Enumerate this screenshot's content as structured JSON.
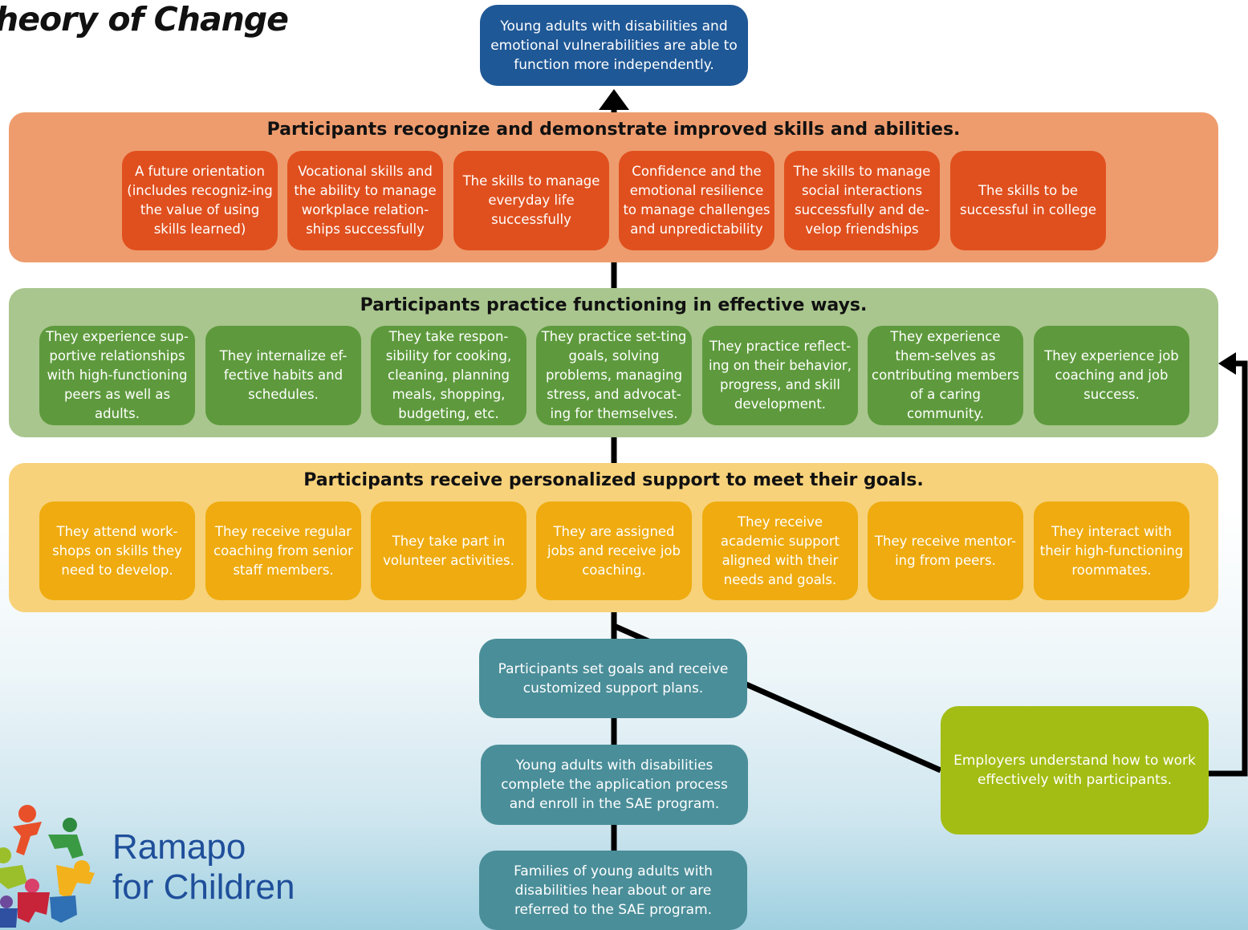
{
  "title": "heory of Change",
  "goal": "Young adults with disabilities and emotional vulnerabilities are able to function more independently.",
  "skills": {
    "heading": "Participants recognize and demonstrate improved skills and abilities.",
    "cards": [
      "A future orientation (includes recogniz-ing the value of using skills learned)",
      "Vocational skills and the ability to manage workplace relation-ships successfully",
      "The skills to manage everyday life successfully",
      "Confidence and the emotional resilience to manage challenges and unpredictability",
      "The skills to manage social interactions successfully and de-velop friendships",
      "The skills to be successful in college"
    ]
  },
  "practice": {
    "heading": "Participants practice functioning in effective ways.",
    "cards": [
      "They experience sup-portive relationships with high-functioning peers as well as adults.",
      "They internalize ef-fective habits and schedules.",
      "They take respon-sibility for cooking, cleaning, planning meals, shopping, budgeting, etc.",
      "They practice set-ting goals, solving problems, managing stress, and advocat-ing for themselves.",
      "They practice reflect-ing on their behavior, progress, and skill development.",
      "They experience them-selves as contributing members of a caring community.",
      "They experience job coaching and job success."
    ]
  },
  "support": {
    "heading": "Participants receive personalized support to meet their goals.",
    "cards": [
      "They attend work-shops on skills they need to develop.",
      "They receive regular coaching from senior staff members.",
      "They take part in volunteer activities.",
      "They are assigned jobs and receive job coaching.",
      "They receive academic support aligned with their needs and goals.",
      "They receive mentor-ing from peers.",
      "They interact with their high-functioning roommates."
    ]
  },
  "steps": {
    "goals": "Participants set goals and receive customized support plans.",
    "enroll": "Young adults with disabilities complete the application process and enroll in the SAE program.",
    "referral": "Families of young adults with disabilities hear about or are referred to the SAE program.",
    "employers": "Employers understand how to work effectively with participants."
  },
  "logo": {
    "line1": "Ramapo",
    "line2": "for Children"
  },
  "colors": {
    "goal": "#1f5896",
    "skills_band": "#ee9c6e",
    "skills_card": "#e0501e",
    "practice_band": "#a9c68e",
    "practice_card": "#5e9a3d",
    "support_band": "#f7d27a",
    "support_card": "#efab0f",
    "teal": "#4a8e99",
    "employers": "#a3bd14"
  }
}
